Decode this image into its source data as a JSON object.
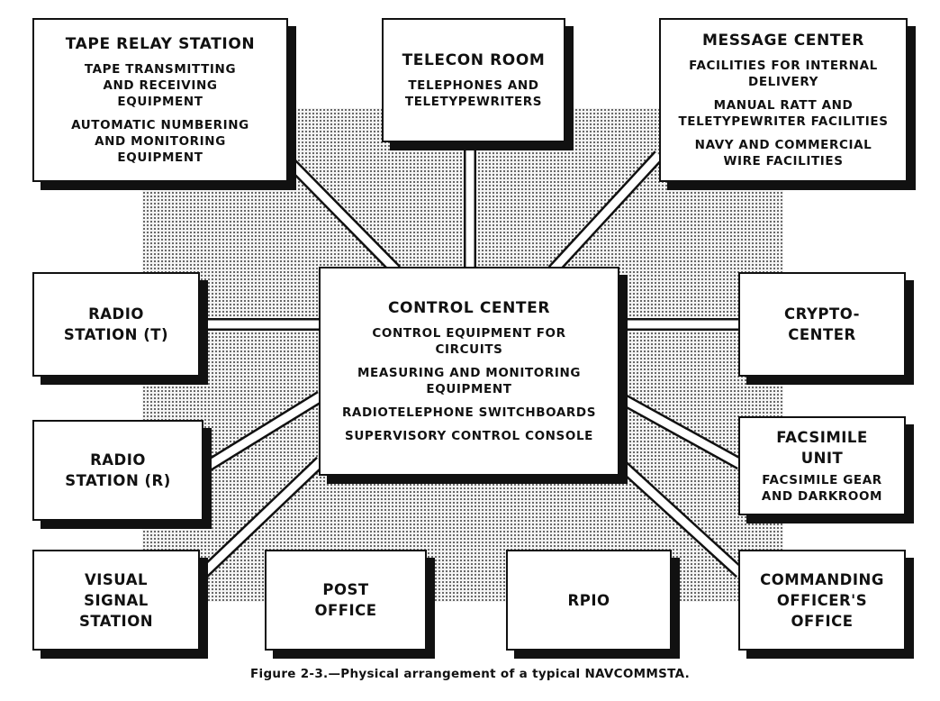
{
  "boxes": {
    "tape_relay": {
      "title": "TAPE RELAY STATION",
      "lines": [
        "TAPE TRANSMITTING",
        "AND RECEIVING",
        "EQUIPMENT",
        "AUTOMATIC NUMBERING",
        "AND MONITORING",
        "EQUIPMENT"
      ]
    },
    "telecon": {
      "title": "TELECON ROOM",
      "lines": [
        "TELEPHONES AND",
        "TELETYPEWRITERS"
      ]
    },
    "message_center": {
      "title": "MESSAGE CENTER",
      "lines": [
        "FACILITIES FOR INTERNAL",
        "DELIVERY",
        "MANUAL RATT AND",
        "TELETYPEWRITER FACILITIES",
        "NAVY AND COMMERCIAL",
        "WIRE FACILITIES"
      ]
    },
    "control_center": {
      "title": "CONTROL CENTER",
      "lines": [
        "CONTROL EQUIPMENT FOR",
        "CIRCUITS",
        "MEASURING AND MONITORING",
        "EQUIPMENT",
        "RADIOTELEPHONE SWITCHBOARDS",
        "SUPERVISORY CONTROL CONSOLE"
      ]
    },
    "radio_t": {
      "lines": [
        "RADIO",
        "STATION (T)"
      ]
    },
    "radio_r": {
      "lines": [
        "RADIO",
        "STATION (R)"
      ]
    },
    "crypto": {
      "lines": [
        "CRYPTO-",
        "CENTER"
      ]
    },
    "facsimile": {
      "title_lines": [
        "FACSIMILE",
        "UNIT"
      ],
      "lines": [
        "FACSIMILE GEAR",
        "AND DARKROOM"
      ]
    },
    "visual_signal": {
      "lines": [
        "VISUAL",
        "SIGNAL",
        "STATION"
      ]
    },
    "post_office": {
      "lines": [
        "POST",
        "OFFICE"
      ]
    },
    "rpio": {
      "lines": [
        "RPIO"
      ]
    },
    "commanding": {
      "lines": [
        "COMMANDING",
        "OFFICER'S",
        "OFFICE"
      ]
    }
  },
  "caption": "Figure 2-3.—Physical arrangement of a typical NAVCOMMSTA."
}
